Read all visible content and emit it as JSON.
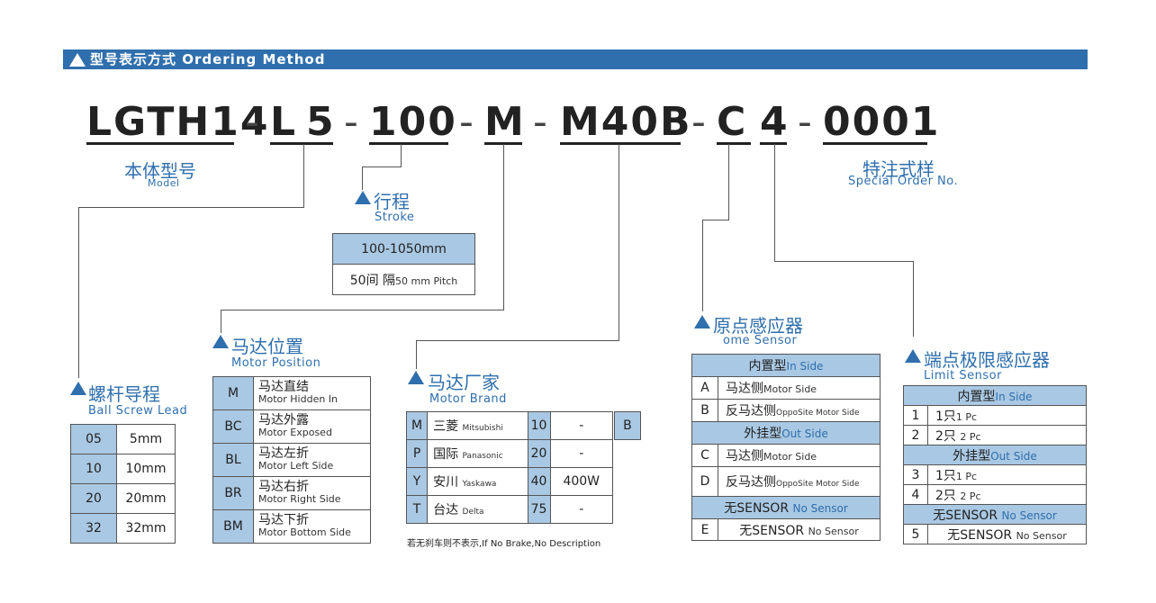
{
  "header": {
    "title": "型号表示方式 Ordering Method"
  },
  "model_code": {
    "segments": [
      "LGTH14",
      "L",
      "5",
      "100",
      "M",
      "M40B",
      "C",
      "4",
      "0001"
    ],
    "dash": "-"
  },
  "model": {
    "cn": "本体型号",
    "en": "Model"
  },
  "special": {
    "cn": "特注式样",
    "en": "Special Order No."
  },
  "stroke": {
    "cn": "行程",
    "en": "Stroke",
    "range": "100-1050mm",
    "pitch_cn": "50间 隔",
    "pitch_en": "50 mm Pitch"
  },
  "lead": {
    "cn": "螺杆导程",
    "en": "Ball Screw Lead",
    "rows": [
      {
        "code": "05",
        "value": "5mm"
      },
      {
        "code": "10",
        "value": "10mm"
      },
      {
        "code": "20",
        "value": "20mm"
      },
      {
        "code": "32",
        "value": "32mm"
      }
    ]
  },
  "motor_position": {
    "cn": "马达位置",
    "en": "Motor Position",
    "rows": [
      {
        "code": "M",
        "cn": "马达直结",
        "en": "Motor Hidden In"
      },
      {
        "code": "BC",
        "cn": "马达外露",
        "en": "Motor Exposed"
      },
      {
        "code": "BL",
        "cn": "马达左折",
        "en": "Motor Left Side"
      },
      {
        "code": "BR",
        "cn": "马达右折",
        "en": "Motor Right Side"
      },
      {
        "code": "BM",
        "cn": "马达下折",
        "en": "Motor Bottom Side"
      }
    ]
  },
  "motor_brand": {
    "cn": "马达厂家",
    "en": "Motor Brand",
    "rows": [
      {
        "code": "M",
        "cn": "三菱",
        "en": "Mitsubishi",
        "num": "10",
        "power": "-"
      },
      {
        "code": "P",
        "cn": "国际",
        "en": "Panasonic",
        "num": "20",
        "power": "-"
      },
      {
        "code": "Y",
        "cn": "安川",
        "en": "Yaskawa",
        "num": "40",
        "power": "400W"
      },
      {
        "code": "T",
        "cn": "台达",
        "en": "Delta",
        "num": "75",
        "power": "-"
      }
    ],
    "brake_code": "B",
    "note": "若无刹车则不表示,If No Brake,No Description"
  },
  "home_sensor": {
    "cn": "原点感应器",
    "en": "ome Sensor",
    "inside_cn": "内置型",
    "inside_en": "In Side",
    "outside_cn": "外挂型",
    "outside_en": "Out Side",
    "none_cn": "无SENSOR",
    "none_en": "No Sensor",
    "rows": [
      {
        "code": "A",
        "cn": "马达侧",
        "en": "Motor Side"
      },
      {
        "code": "B",
        "cn": "反马达侧",
        "en": "OppoSite  Motor Side"
      },
      {
        "code": "C",
        "cn": "马达侧",
        "en": "Motor Side"
      },
      {
        "code": "D",
        "cn": "反马达侧",
        "en": "OppoSite Motor Side"
      },
      {
        "code": "E",
        "cn": "无SENSOR",
        "en": "No Sensor"
      }
    ]
  },
  "limit_sensor": {
    "cn": "端点极限感应器",
    "en": "Limit Sensor",
    "inside_cn": "内置型",
    "inside_en": "In Side",
    "outside_cn": "外挂型",
    "outside_en": "Out Side",
    "none_cn": "无SENSOR",
    "none_en": "No Sensor",
    "rows": [
      {
        "code": "1",
        "cn": "1只",
        "en": "1 Pc"
      },
      {
        "code": "2",
        "cn": "2只",
        "en": "2 Pc"
      },
      {
        "code": "3",
        "cn": "1只",
        "en": "1 Pc"
      },
      {
        "code": "4",
        "cn": "2只",
        "en": "2 Pc"
      },
      {
        "code": "5",
        "cn": "无SENSOR",
        "en": "No Sensor"
      }
    ]
  },
  "colors": {
    "accent": "#2f6fad",
    "cell": "#a9c8e3"
  }
}
